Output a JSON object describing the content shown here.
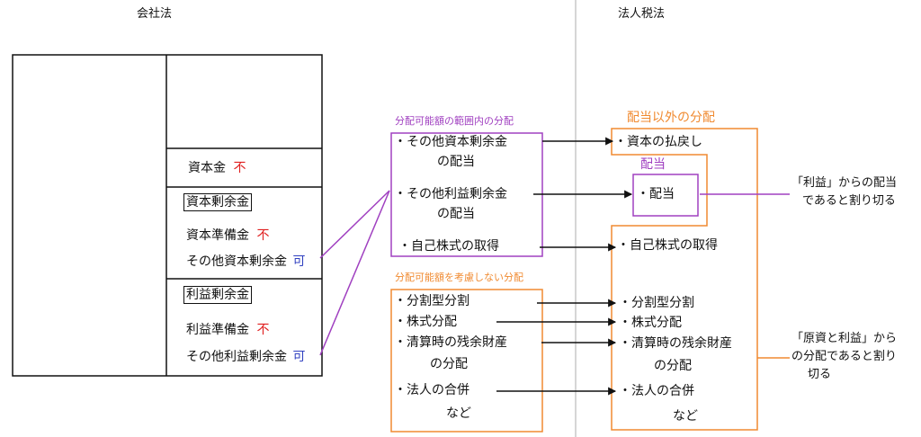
{
  "headers": {
    "left": "会社法",
    "right": "法人税法"
  },
  "balance_sheet": {
    "capital": "資本金",
    "capital_mark": "不",
    "capital_surplus_heading": "資本剰余金",
    "capital_reserve": "資本準備金",
    "capital_reserve_mark": "不",
    "other_capital_surplus": "その他資本剰余金",
    "other_capital_surplus_mark": "可",
    "retained_earnings_heading": "利益剰余金",
    "earned_reserve": "利益準備金",
    "earned_reserve_mark": "不",
    "other_retained_earnings": "その他利益剰余金",
    "other_retained_earnings_mark": "可"
  },
  "distributable_box": {
    "title": "分配可能額の範囲内の分配",
    "item1_line1": "・その他資本剰余金",
    "item1_line2": "の配当",
    "item2_line1": "・その他利益剰余金",
    "item2_line2": "の配当",
    "item3": "・自己株式の取得"
  },
  "non_distributable_box": {
    "title": "分配可能額を考慮しない分配",
    "item1": "・分割型分割",
    "item2": "・株式分配",
    "item3_line1": "・清算時の残余財産",
    "item3_line2": "の分配",
    "item4": "・法人の合併",
    "item5": "など"
  },
  "non_dividend_box": {
    "title": "配当以外の分配",
    "item1": "・資本の払戻し",
    "dividend_title": "配当",
    "dividend_item": "・配当",
    "item_treasury": "・自己株式の取得",
    "item_split": "・分割型分割",
    "item_stock": "・株式分配",
    "item_liq_line1": "・清算時の残余財産",
    "item_liq_line2": "の分配",
    "item_merger": "・法人の合併",
    "item_etc": "など"
  },
  "notes": {
    "profit_line1": "「利益」からの配当",
    "profit_line2": "であると割り切る",
    "capital_profit_line1": "「原資と利益」から",
    "capital_profit_line2": "の分配であると割り",
    "capital_profit_line3": "切る"
  },
  "colors": {
    "red": "#e02020",
    "blue": "#3040c0",
    "purple": "#a040c0",
    "orange": "#f08a30",
    "divider": "#c8c8c8"
  }
}
